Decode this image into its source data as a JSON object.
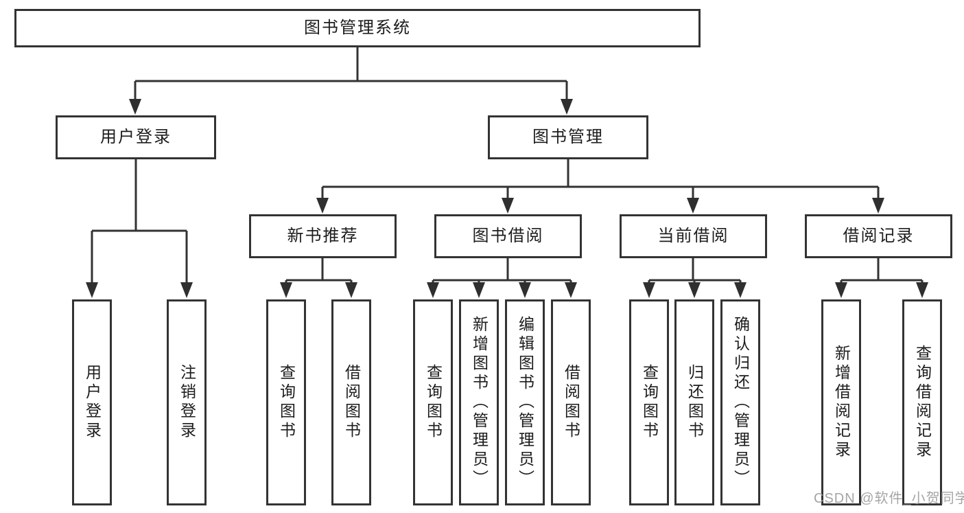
{
  "diagram": {
    "title": "图书管理系统",
    "watermark": "CSDN @软件_小贺同学",
    "nodes": {
      "root": {
        "label": "图书管理系统"
      },
      "user_login": {
        "label": "用户登录"
      },
      "book_mgmt": {
        "label": "图书管理"
      },
      "new_book_rec": {
        "label": "新书推荐"
      },
      "book_borrow": {
        "label": "图书借阅"
      },
      "current_borrow": {
        "label": "当前借阅"
      },
      "borrow_record": {
        "label": "借阅记录"
      },
      "leaf_user_login": {
        "label": "用户登录"
      },
      "leaf_logout": {
        "label": "注销登录"
      },
      "leaf_nbr_query": {
        "label": "查询图书"
      },
      "leaf_nbr_borrow": {
        "label": "借阅图书"
      },
      "leaf_bb_query": {
        "label": "查询图书"
      },
      "leaf_bb_add": {
        "label": "新增图书（管理员）"
      },
      "leaf_bb_edit": {
        "label": "编辑图书（管理员）"
      },
      "leaf_bb_borrow": {
        "label": "借阅图书"
      },
      "leaf_cb_query": {
        "label": "查询图书"
      },
      "leaf_cb_return": {
        "label": "归还图书"
      },
      "leaf_cb_confirm": {
        "label": "确认归还（管理员）"
      },
      "leaf_br_add": {
        "label": "新增借阅记录"
      },
      "leaf_br_query": {
        "label": "查询借阅记录"
      }
    },
    "line_color": "#333333",
    "arrow_color": "#2f2f2f"
  }
}
